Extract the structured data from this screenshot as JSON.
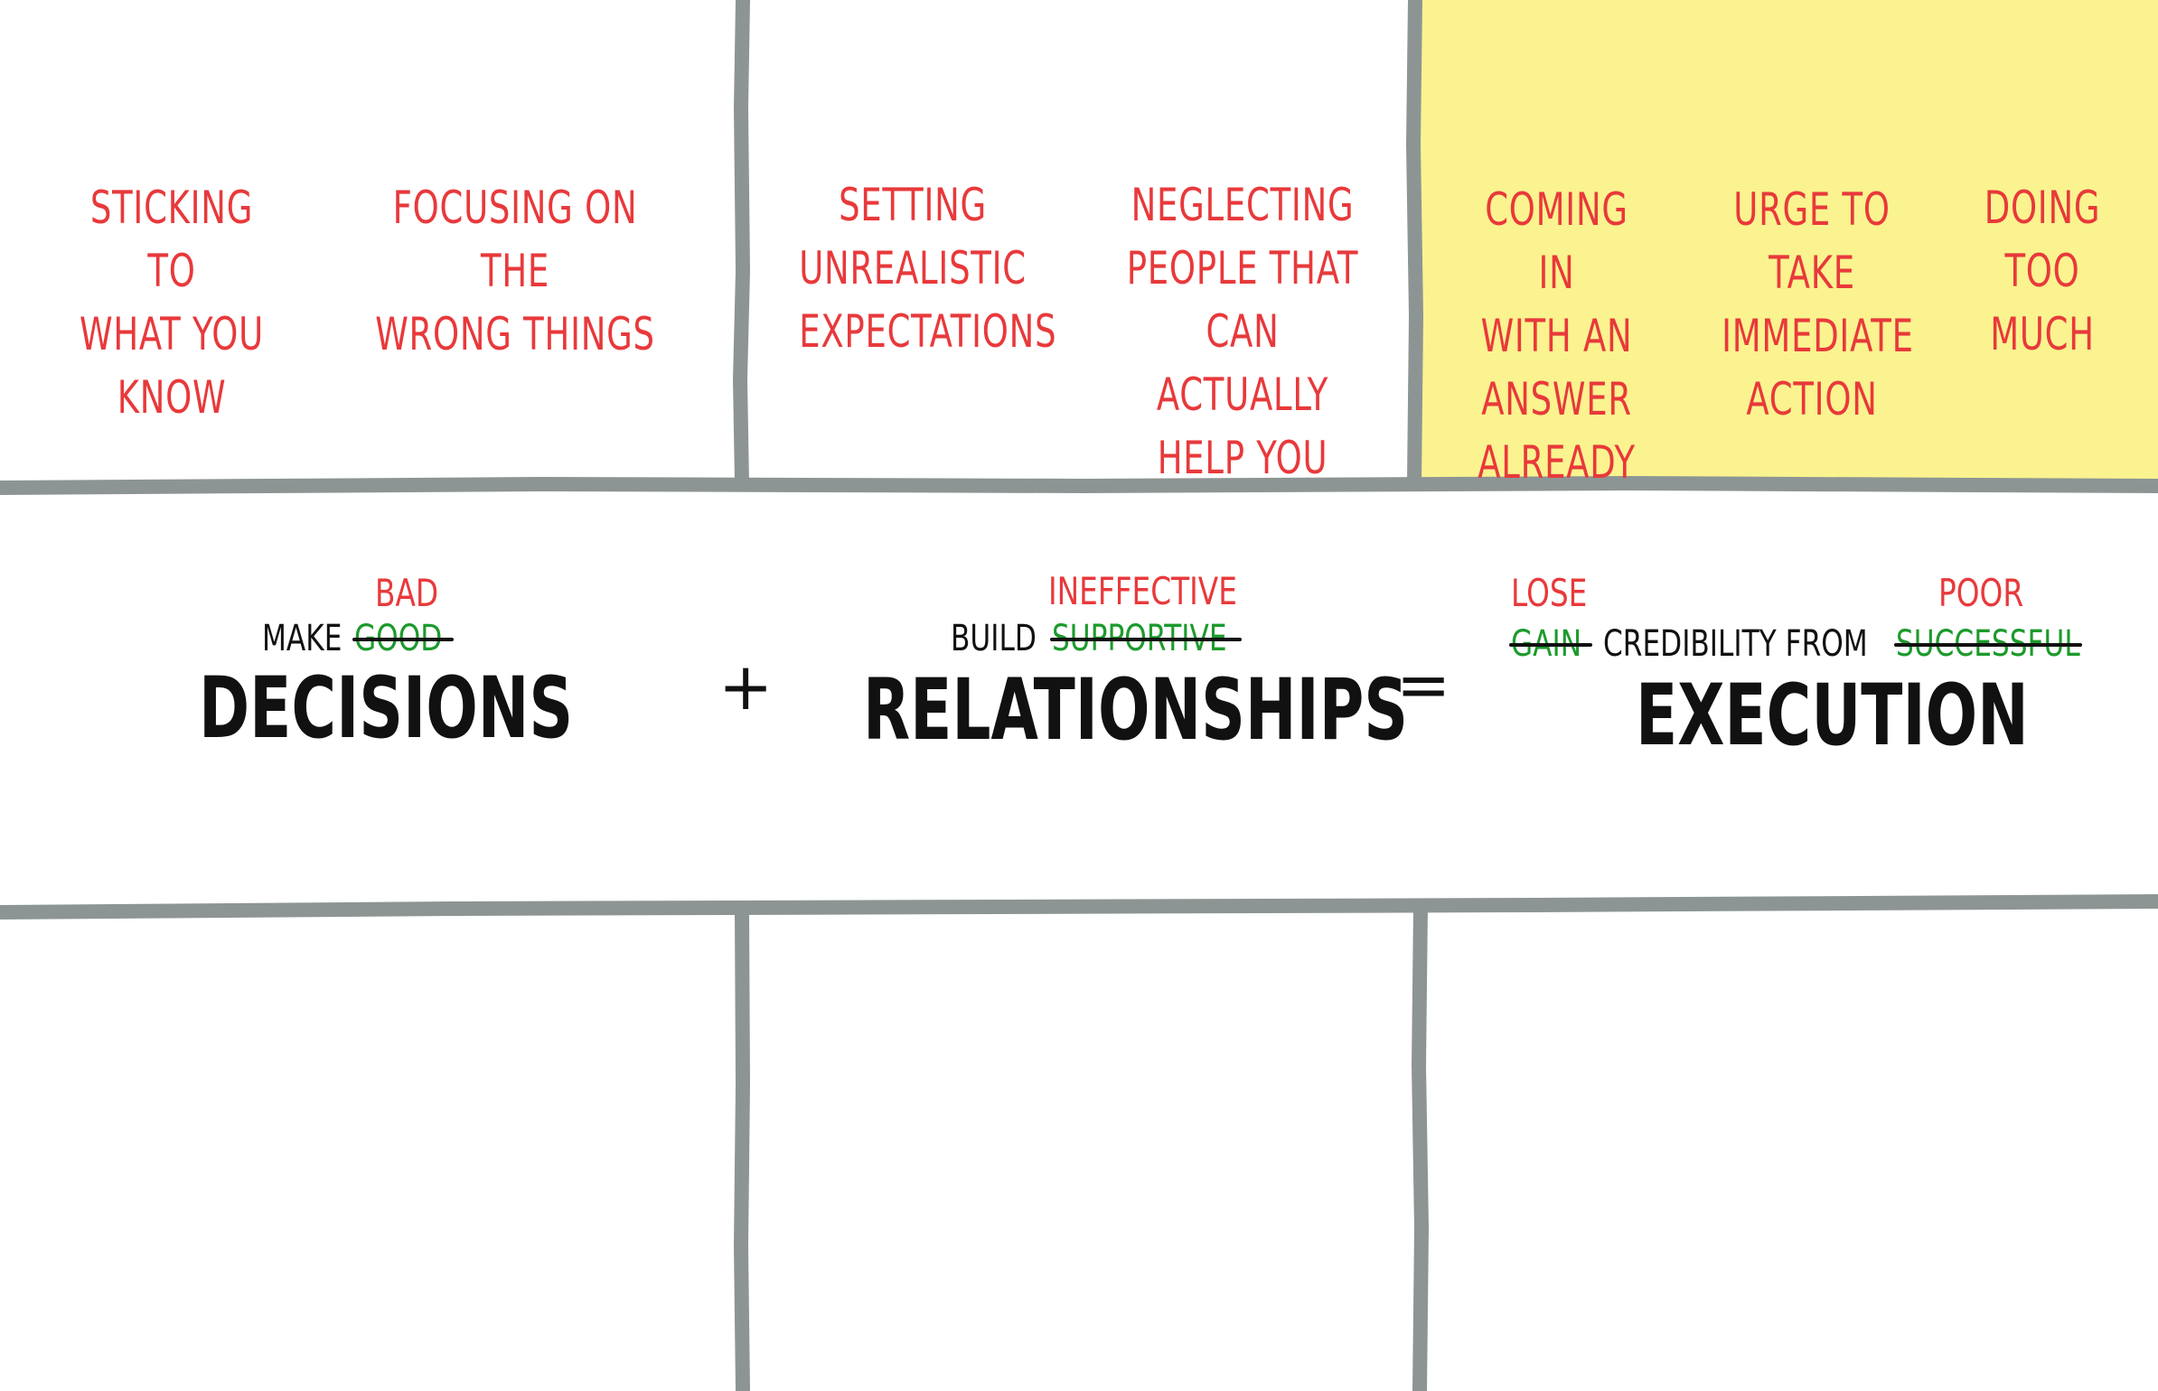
{
  "colors": {
    "sticky_yellow": "#faf38f",
    "grid_line": "#8d9594",
    "note_text": "#e8393b",
    "green_text": "#1c9a2c",
    "black_text": "#111111"
  },
  "top_row": {
    "panel_1": [
      "STICKING TO\nWHAT YOU\nKNOW",
      "FOCUSING ON THE\nWRONG THINGS"
    ],
    "panel_2": [
      "SETTING\nUNREALISTIC\nEXPECTATIONS",
      "NEGLECTING\nPEOPLE THAT\nCAN ACTUALLY\nHELP YOU"
    ],
    "panel_3": [
      "COMING IN\nWITH AN\nANSWER\nALREADY",
      "URGE TO\nTAKE\nIMMEDIATE\nACTION",
      "DOING\nTOO\nMUCH"
    ]
  },
  "equation": {
    "term_1": {
      "verb": "MAKE",
      "crossed_word": "GOOD",
      "replacement_word": "BAD",
      "noun": "DECISIONS"
    },
    "plus": "+",
    "term_2": {
      "verb": "BUILD",
      "crossed_word": "SUPPORTIVE",
      "replacement_word": "INEFFECTIVE",
      "noun": "RELATIONSHIPS"
    },
    "equals": "=",
    "term_3": {
      "crossed_verb": "GAIN",
      "replacement_verb": "LOSE",
      "middle": "CREDIBILITY FROM",
      "crossed_word": "SUCCESSFUL",
      "replacement_word": "POOR",
      "noun": "EXECUTION"
    }
  }
}
